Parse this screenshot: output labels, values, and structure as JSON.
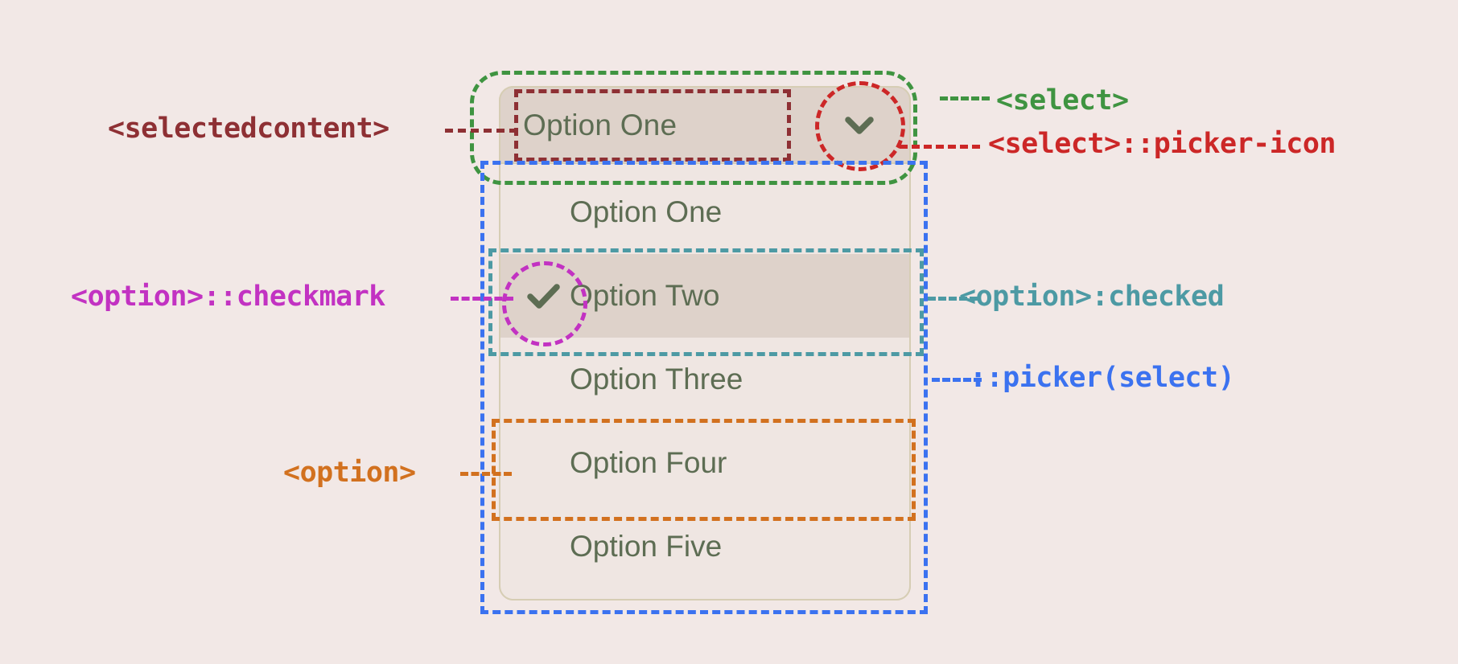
{
  "page": {
    "background_color": "#f2e8e6",
    "title": "CSS customizable select anatomy diagram"
  },
  "select_control": {
    "selected_value": "Option One",
    "picker_icon": "chevron-down-icon",
    "surface_color": "#ded2ca",
    "border_color": "#d6cdb4",
    "text_color": "#5d6d53"
  },
  "options": [
    {
      "label": "Option One",
      "checked": false
    },
    {
      "label": "Option Two",
      "checked": true
    },
    {
      "label": "Option Three",
      "checked": false
    },
    {
      "label": "Option Four",
      "checked": false
    },
    {
      "label": "Option Five",
      "checked": false
    }
  ],
  "annotations": [
    {
      "id": "selectedcontent",
      "text": "<selectedcontent>",
      "color": "#8e3034",
      "shape": "rect"
    },
    {
      "id": "select",
      "text": "<select>",
      "color": "#3f9441",
      "shape": "rect"
    },
    {
      "id": "picker-icon",
      "text": "<select>::picker-icon",
      "color": "#cc2727",
      "shape": "circle"
    },
    {
      "id": "option-checkmark",
      "text": "<option>::checkmark",
      "color": "#c232c2",
      "shape": "circle"
    },
    {
      "id": "option-checked",
      "text": "<option>:checked",
      "color": "#4d9aa4",
      "shape": "rect"
    },
    {
      "id": "picker-select",
      "text": "::picker(select)",
      "color": "#3b72f0",
      "shape": "rect"
    },
    {
      "id": "option",
      "text": "<option>",
      "color": "#d2711f",
      "shape": "rect"
    }
  ]
}
